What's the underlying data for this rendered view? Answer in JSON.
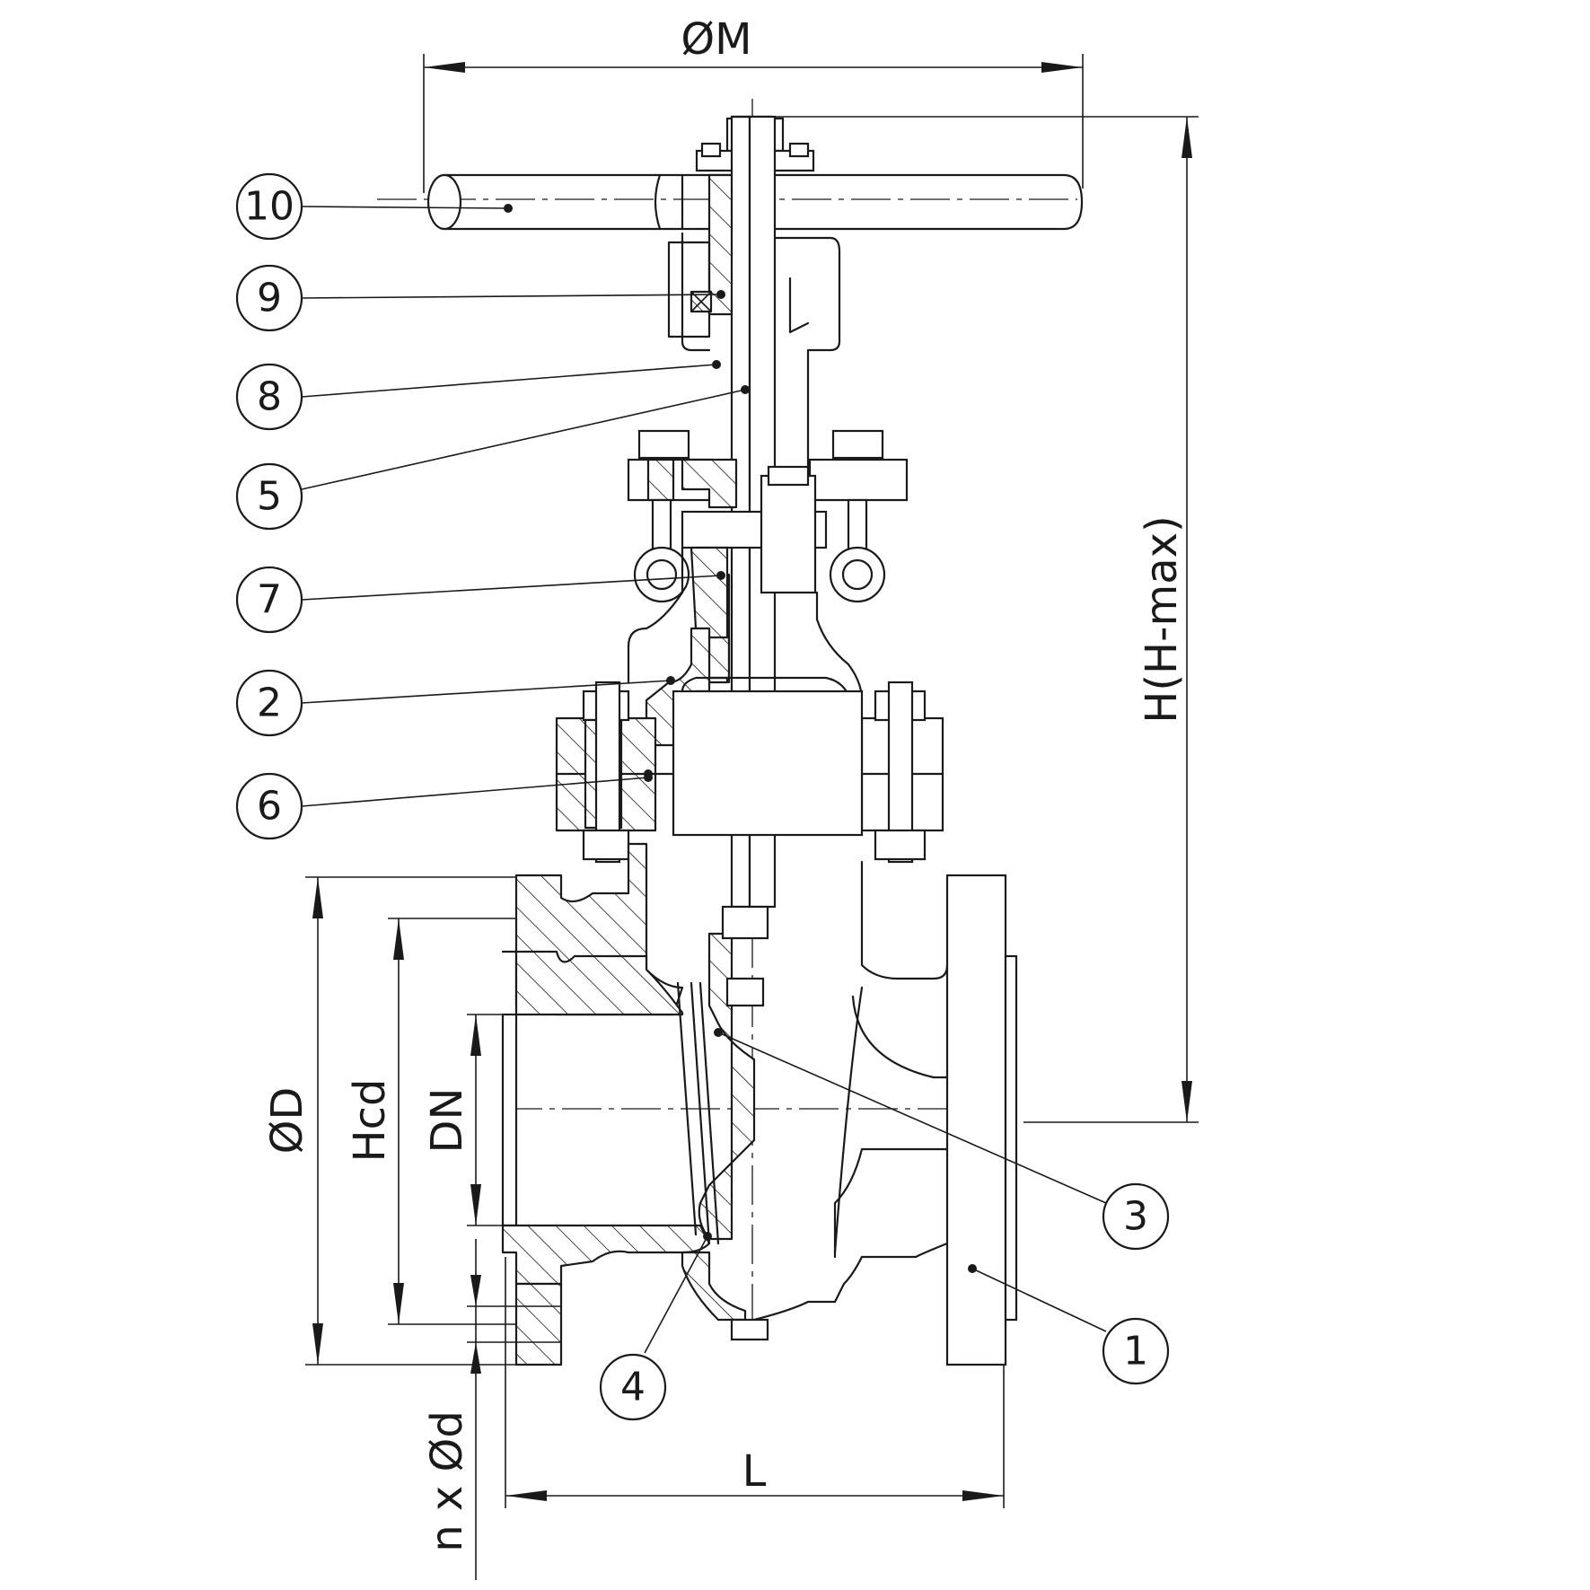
{
  "dimensions": {
    "M": "ØM",
    "H": "H(H-max)",
    "D": "ØD",
    "Hcd": "Hcd",
    "DN": "DN",
    "nd": "n x Ød",
    "L": "L"
  },
  "parts": [
    {
      "id": "10",
      "label": "10"
    },
    {
      "id": "9",
      "label": "9"
    },
    {
      "id": "8",
      "label": "8"
    },
    {
      "id": "5",
      "label": "5"
    },
    {
      "id": "7",
      "label": "7"
    },
    {
      "id": "2",
      "label": "2"
    },
    {
      "id": "6",
      "label": "6"
    },
    {
      "id": "3",
      "label": "3"
    },
    {
      "id": "1",
      "label": "1"
    },
    {
      "id": "4",
      "label": "4"
    }
  ]
}
